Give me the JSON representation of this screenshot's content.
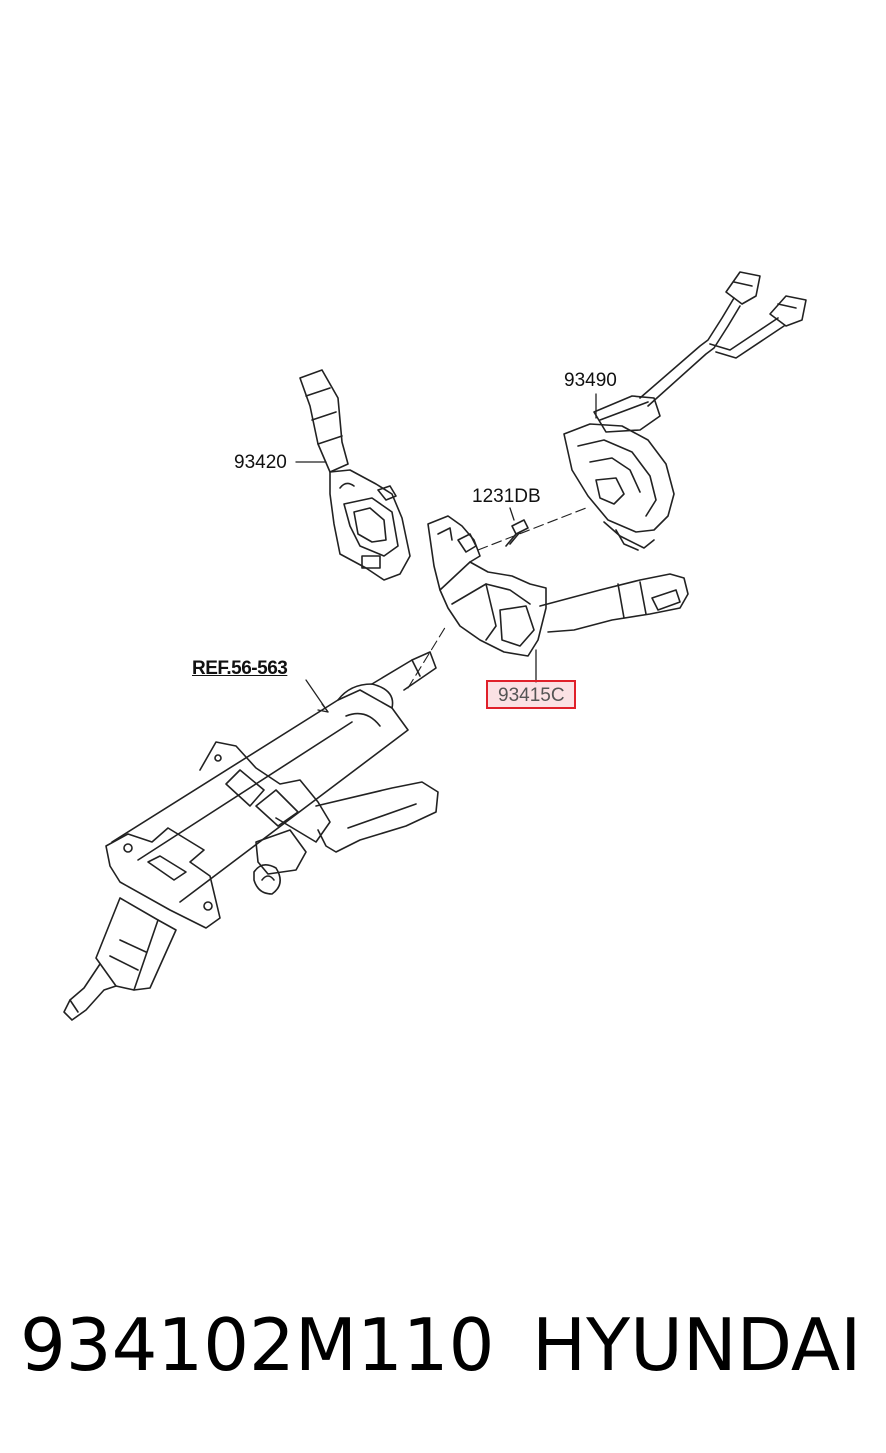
{
  "diagram": {
    "callouts": {
      "multifunction_switch": "93420",
      "clock_spring": "93490",
      "bolt": "1231DB",
      "reference": "REF.56-563",
      "lighting_switch": "93415C"
    }
  },
  "footer": {
    "part_number": "934102M110",
    "brand": "HYUNDAI"
  },
  "colors": {
    "line": "#222222",
    "highlight_border": "#e0202a"
  }
}
